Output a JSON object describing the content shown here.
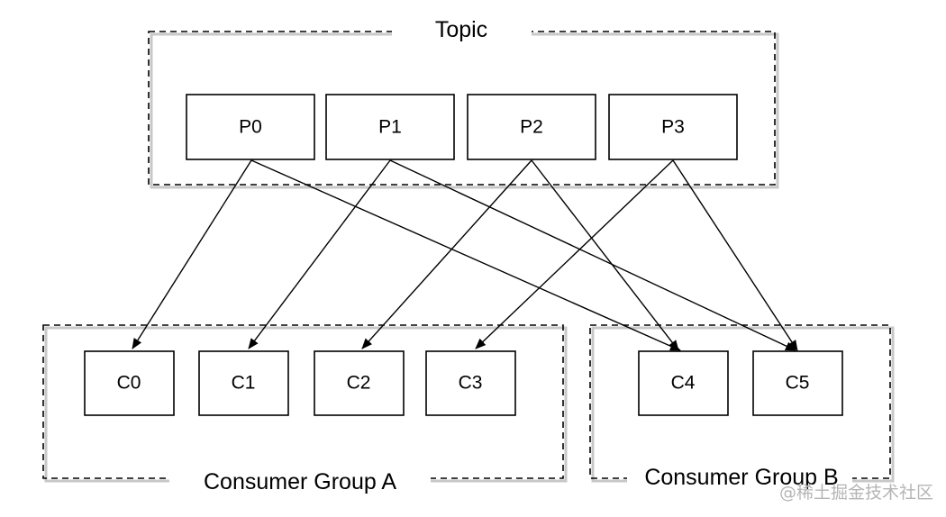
{
  "topic": {
    "label": "Topic",
    "partitions": [
      {
        "id": "P0",
        "label": "P0"
      },
      {
        "id": "P1",
        "label": "P1"
      },
      {
        "id": "P2",
        "label": "P2"
      },
      {
        "id": "P3",
        "label": "P3"
      }
    ]
  },
  "groups": [
    {
      "id": "group-a",
      "label": "Consumer Group  A",
      "consumers": [
        {
          "id": "C0",
          "label": "C0"
        },
        {
          "id": "C1",
          "label": "C1"
        },
        {
          "id": "C2",
          "label": "C2"
        },
        {
          "id": "C3",
          "label": "C3"
        }
      ]
    },
    {
      "id": "group-b",
      "label": "Consumer Group  B",
      "consumers": [
        {
          "id": "C4",
          "label": "C4"
        },
        {
          "id": "C5",
          "label": "C5"
        }
      ]
    }
  ],
  "edges": [
    {
      "from": "P0",
      "to": "C0"
    },
    {
      "from": "P0",
      "to": "C4"
    },
    {
      "from": "P1",
      "to": "C1"
    },
    {
      "from": "P1",
      "to": "C5"
    },
    {
      "from": "P2",
      "to": "C2"
    },
    {
      "from": "P2",
      "to": "C4"
    },
    {
      "from": "P3",
      "to": "C3"
    },
    {
      "from": "P3",
      "to": "C5"
    }
  ],
  "watermark": "@稀土掘金技术社区",
  "colors": {
    "stroke": "#000000",
    "background": "#ffffff",
    "watermark": "#b5b5b5"
  }
}
